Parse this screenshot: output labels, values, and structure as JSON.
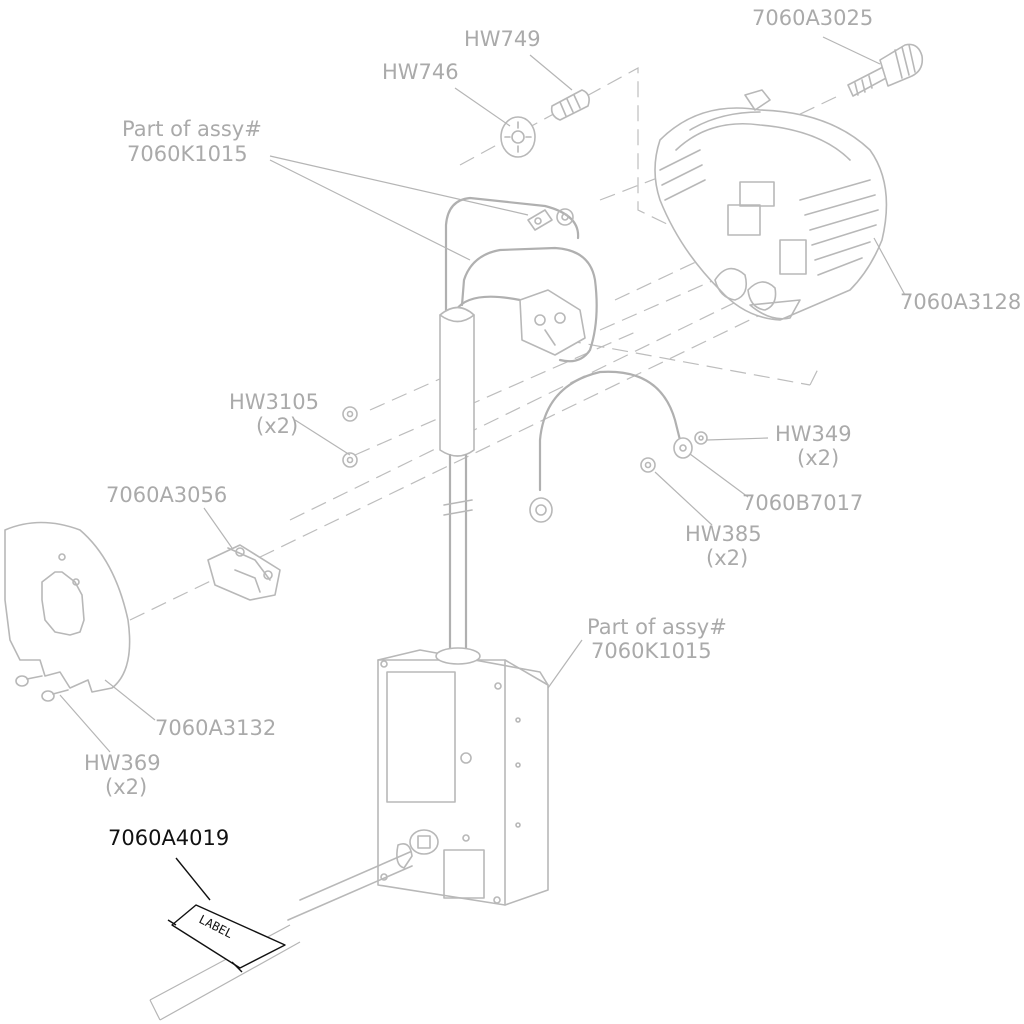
{
  "labels": {
    "hw749": "HW749",
    "hw746": "HW746",
    "part_a3025": "7060A3025",
    "assy_top_line1": "Part of assy#",
    "assy_top_line2": "7060K1015",
    "part_a3128": "7060A3128",
    "hw3105_line1": "HW3105",
    "hw3105_line2": "(x2)",
    "hw349_line1": "HW349",
    "hw349_line2": "(x2)",
    "part_b7017": "7060B7017",
    "hw385_line1": "HW385",
    "hw385_line2": "(x2)",
    "part_a3056": "7060A3056",
    "assy_box_line1": "Part of assy#",
    "assy_box_line2": "7060K1015",
    "part_a3132": "7060A3132",
    "hw369_line1": "HW369",
    "hw369_line2": "(x2)",
    "part_a4019": "7060A4019",
    "label_text": "LABEL"
  },
  "colors": {
    "background": "#ffffff",
    "line_gray": "#b8b8b8",
    "text_gray": "#aaaaaa",
    "highlight": "#111111"
  }
}
